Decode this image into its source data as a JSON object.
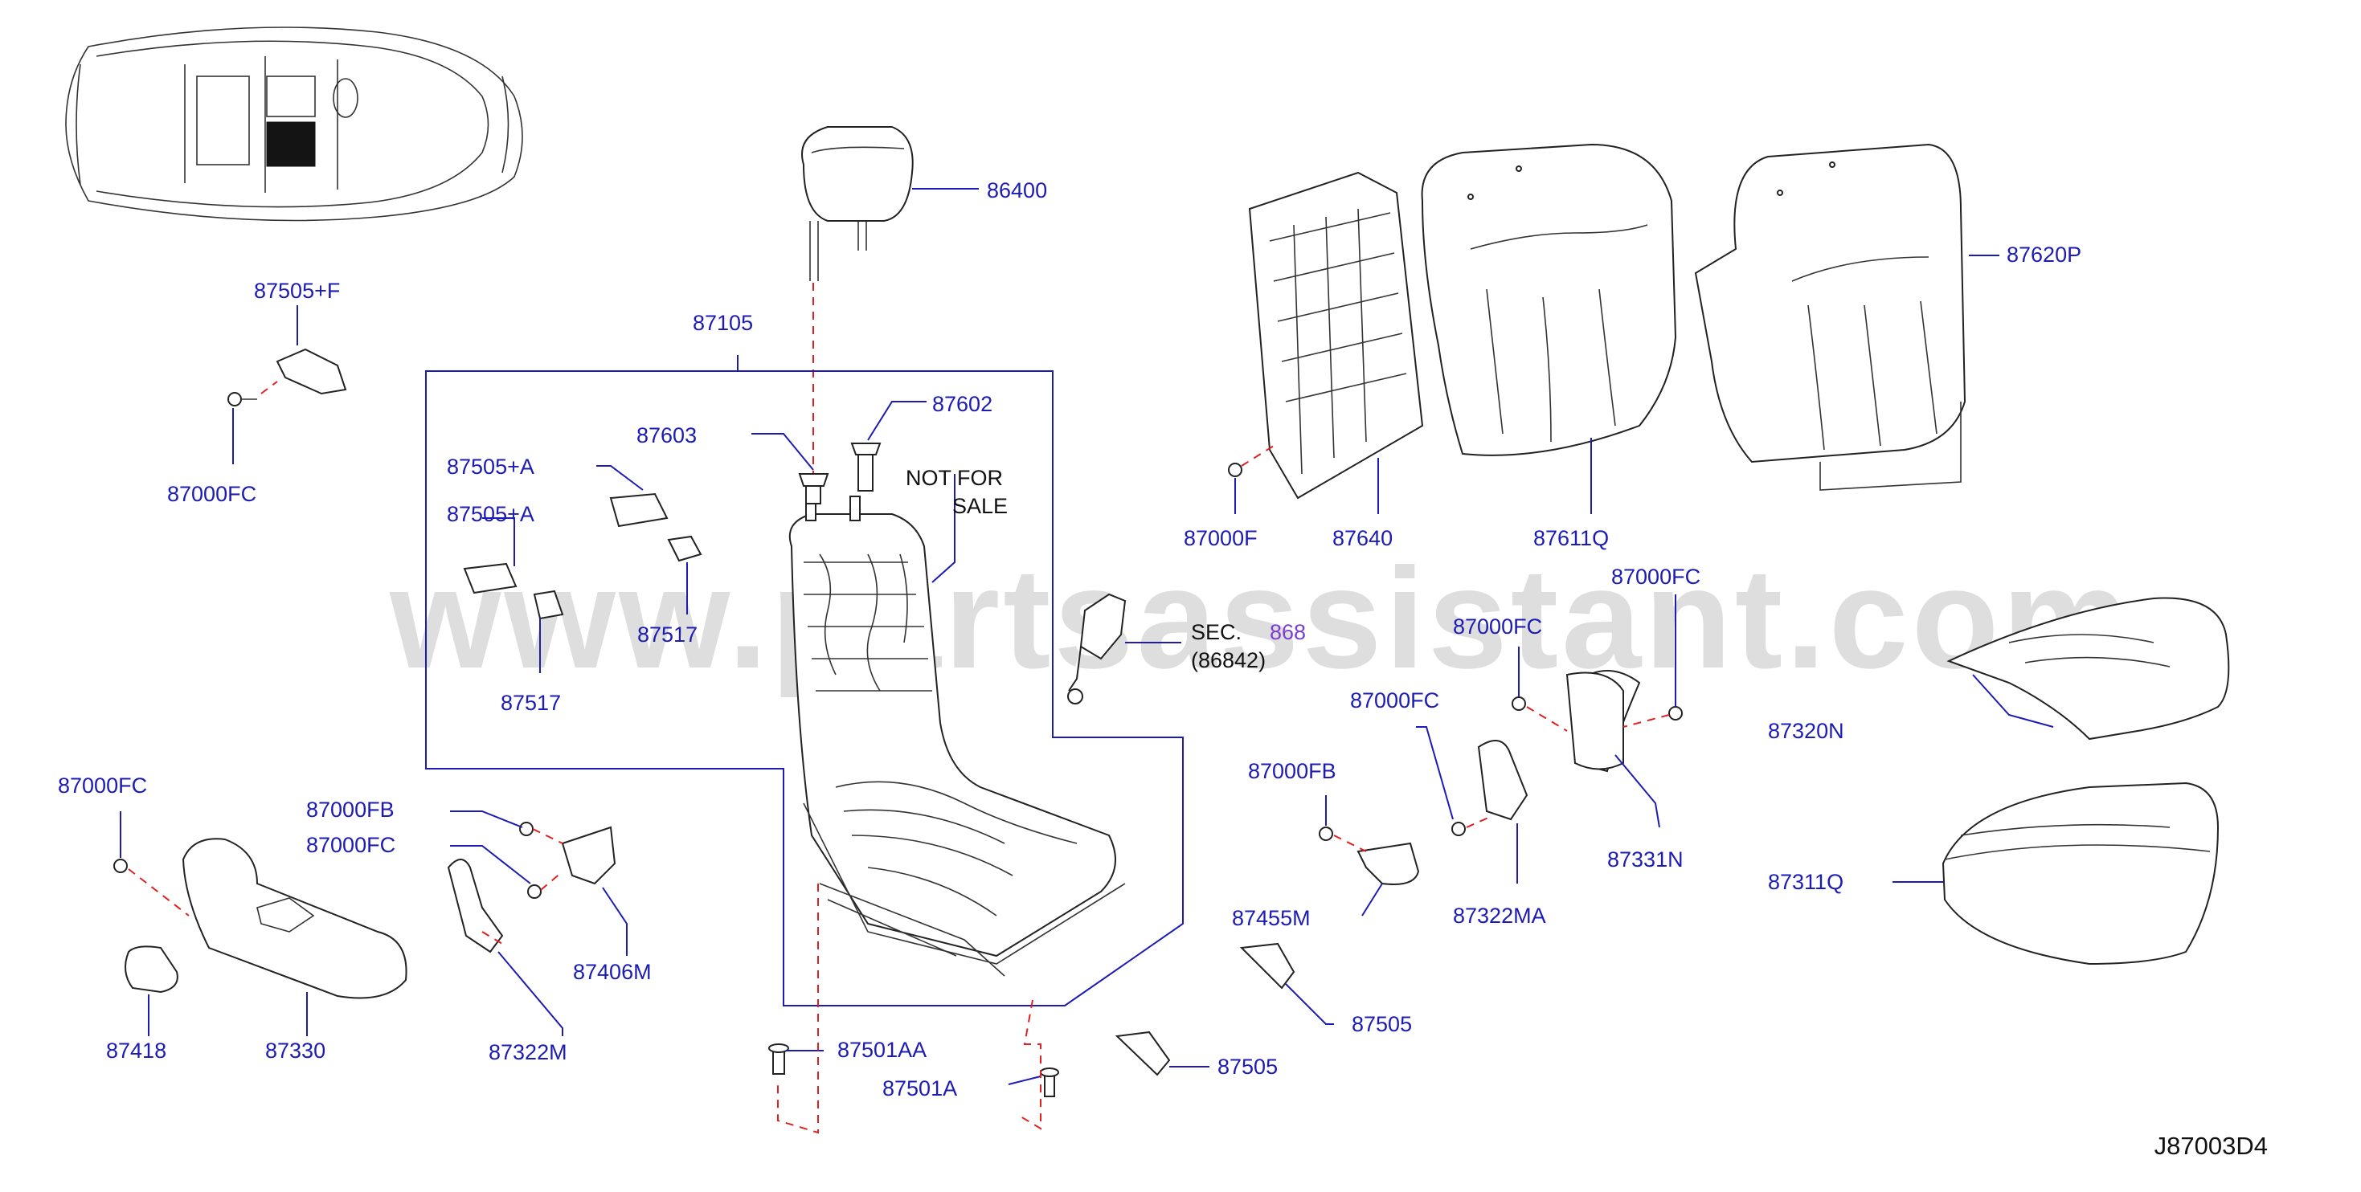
{
  "watermark": "www.partsassistant.com",
  "diagram_code": "J87003D4",
  "sec_ref": {
    "prefix": "SEC.",
    "number": "868",
    "sub": "(86842)"
  },
  "not_for_sale": {
    "line1": "NOT   FOR",
    "line2": "SALE"
  },
  "labels": {
    "p86400": "86400",
    "p87105": "87105",
    "p87620P": "87620P",
    "p87505F": "87505+F",
    "p87000FC_a": "87000FC",
    "p87603": "87603",
    "p87602": "87602",
    "p87505A_1": "87505+A",
    "p87505A_2": "87505+A",
    "p87517_1": "87517",
    "p87517_2": "87517",
    "p87000F": "87000F",
    "p87640": "87640",
    "p87611Q": "87611Q",
    "p87000FC_b": "87000FC",
    "p87000FC_c": "87000FC",
    "p87000FC_d": "87000FC",
    "p87320N": "87320N",
    "p87000FB_a": "87000FB",
    "p87331N": "87331N",
    "p87000FC_e": "87000FC",
    "p87000FB_b": "87000FB",
    "p87000FC_f": "87000FC",
    "p87455M": "87455M",
    "p87322MA": "87322MA",
    "p87311Q": "87311Q",
    "p87406M": "87406M",
    "p87418": "87418",
    "p87330": "87330",
    "p87322M": "87322M",
    "p87501AA": "87501AA",
    "p87501A": "87501A",
    "p87505_1": "87505",
    "p87505_2": "87505"
  },
  "colors": {
    "label_blue": "#1c1cb4",
    "leader_red_dashed": "#e02020",
    "highlight_dark": "#141414"
  }
}
